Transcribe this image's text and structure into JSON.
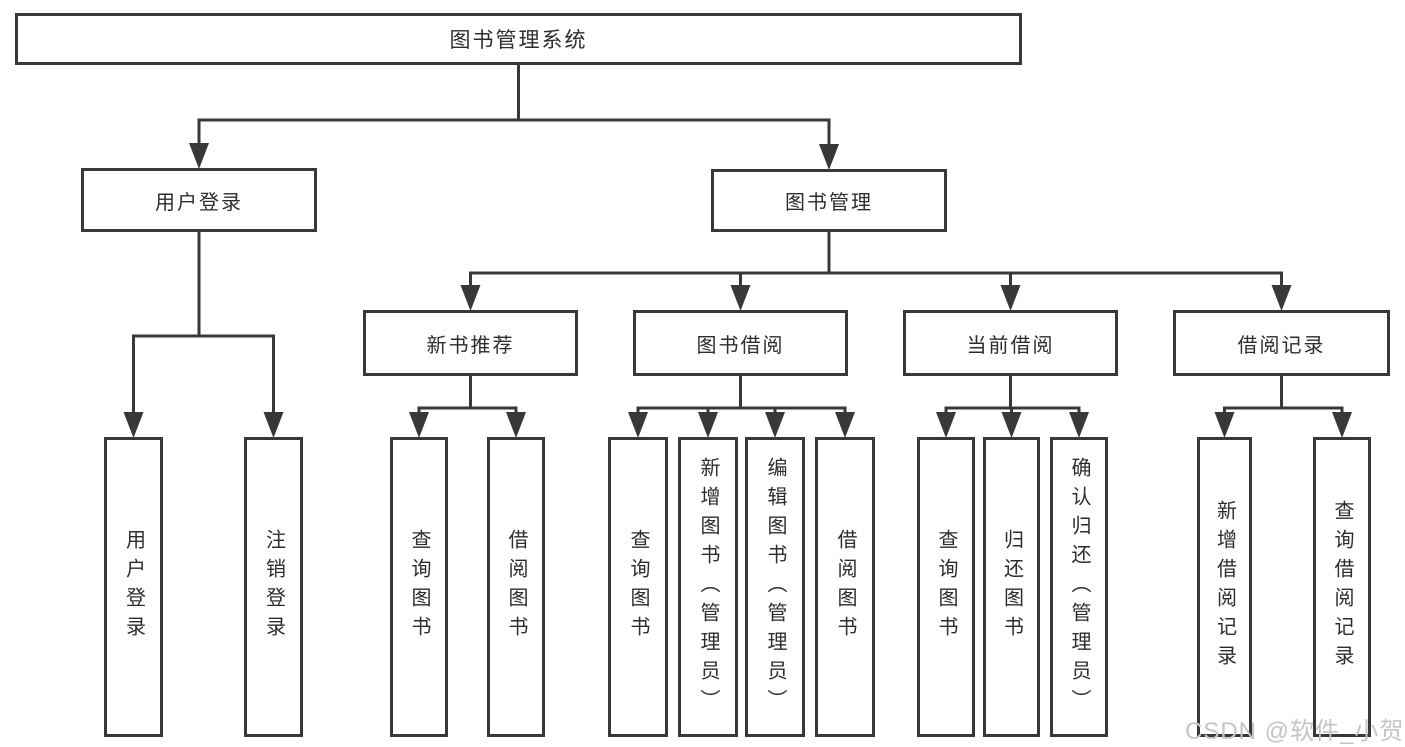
{
  "diagram": {
    "title": "图书管理系统",
    "nodes": [
      {
        "id": "root",
        "label": "图书管理系统",
        "level": 1,
        "parent": null,
        "vertical": false
      },
      {
        "id": "login",
        "label": "用户登录",
        "level": 2,
        "parent": "root",
        "vertical": false
      },
      {
        "id": "mgmt",
        "label": "图书管理",
        "level": 2,
        "parent": "root",
        "vertical": false
      },
      {
        "id": "newbook",
        "label": "新书推荐",
        "level": 3,
        "parent": "mgmt",
        "vertical": false
      },
      {
        "id": "borrow",
        "label": "图书借阅",
        "level": 3,
        "parent": "mgmt",
        "vertical": false
      },
      {
        "id": "current",
        "label": "当前借阅",
        "level": 3,
        "parent": "mgmt",
        "vertical": false
      },
      {
        "id": "records",
        "label": "借阅记录",
        "level": 3,
        "parent": "mgmt",
        "vertical": false
      },
      {
        "id": "login-user",
        "label": "用户登录",
        "level": 4,
        "parent": "login",
        "vertical": true
      },
      {
        "id": "login-logout",
        "label": "注销登录",
        "level": 4,
        "parent": "login",
        "vertical": true
      },
      {
        "id": "newbook-query",
        "label": "查询图书",
        "level": 4,
        "parent": "newbook",
        "vertical": true
      },
      {
        "id": "newbook-borrow",
        "label": "借阅图书",
        "level": 4,
        "parent": "newbook",
        "vertical": true
      },
      {
        "id": "borrow-query",
        "label": "查询图书",
        "level": 4,
        "parent": "borrow",
        "vertical": true
      },
      {
        "id": "borrow-add",
        "label": "新增图书（管理员）",
        "level": 4,
        "parent": "borrow",
        "vertical": true
      },
      {
        "id": "borrow-edit",
        "label": "编辑图书（管理员）",
        "level": 4,
        "parent": "borrow",
        "vertical": true
      },
      {
        "id": "borrow-borrow",
        "label": "借阅图书",
        "level": 4,
        "parent": "borrow",
        "vertical": true
      },
      {
        "id": "current-query",
        "label": "查询图书",
        "level": 4,
        "parent": "current",
        "vertical": true
      },
      {
        "id": "current-return",
        "label": "归还图书",
        "level": 4,
        "parent": "current",
        "vertical": true
      },
      {
        "id": "current-confirm",
        "label": "确认归还（管理员）",
        "level": 4,
        "parent": "current",
        "vertical": true
      },
      {
        "id": "records-add",
        "label": "新增借阅记录",
        "level": 4,
        "parent": "records",
        "vertical": true
      },
      {
        "id": "records-query",
        "label": "查询借阅记录",
        "level": 4,
        "parent": "records",
        "vertical": true
      }
    ]
  },
  "watermark": {
    "text": "CSDN @软件_小贺同学"
  },
  "colors": {
    "line": "#383838",
    "border": "#383838",
    "text": "#2d2d2d",
    "watermark": "#c5c5c5",
    "background": "#ffffff"
  }
}
